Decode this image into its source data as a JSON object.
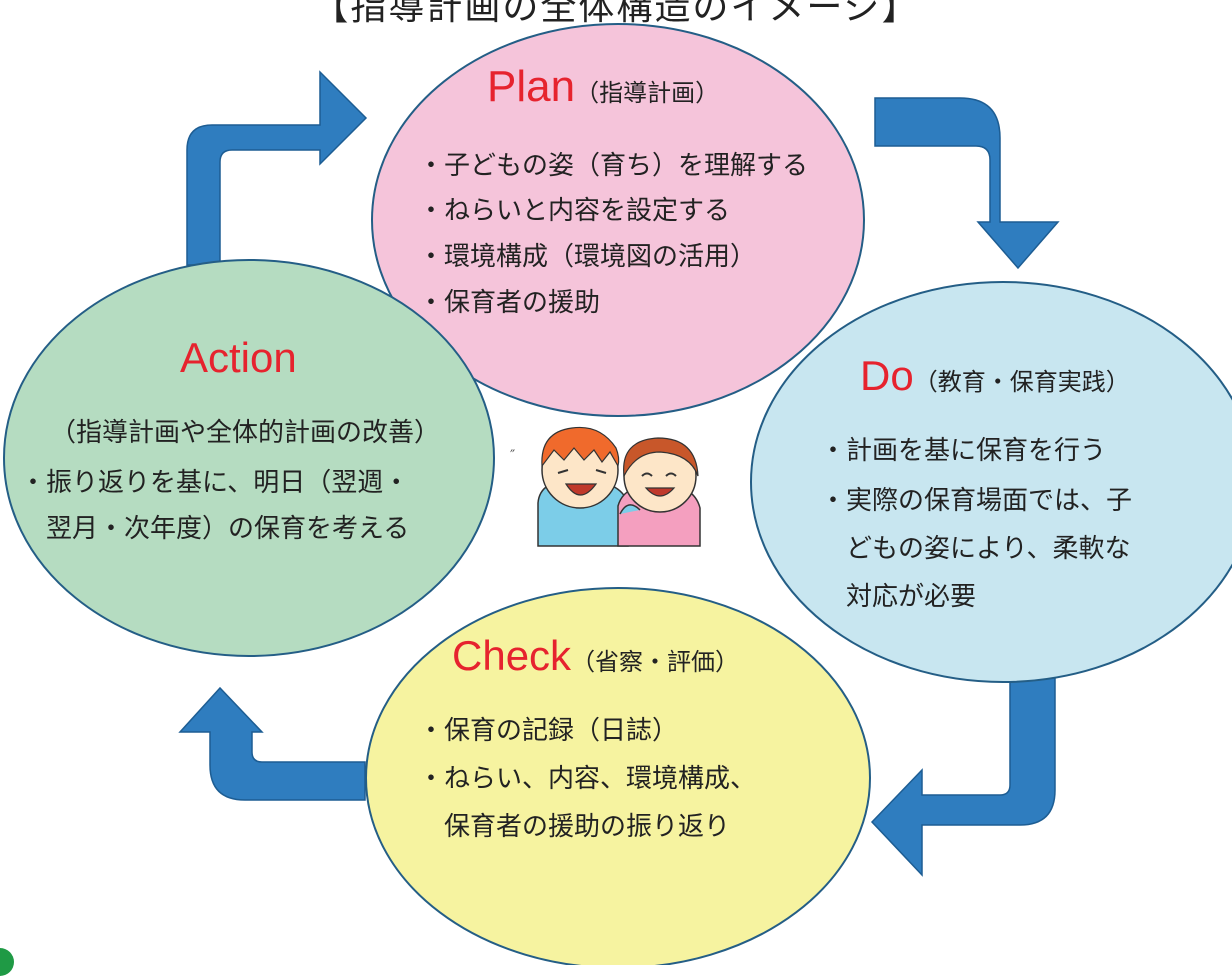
{
  "title": "【指導計画の全体構造のイメージ】",
  "colors": {
    "plan": "#f5c4da",
    "do": "#c8e6f0",
    "check": "#f6f3a0",
    "action": "#b5dcc1",
    "outline": "#245e86",
    "arrow": "#2f7dbf",
    "heading": "#e6232e"
  },
  "plan": {
    "heading": "Plan",
    "subheading": "（指導計画）",
    "items": [
      "・子どもの姿（育ち）を理解する",
      "・ねらいと内容を設定する",
      "・環境構成（環境図の活用）",
      "・保育者の援助"
    ]
  },
  "do": {
    "heading": "Do",
    "subheading": "（教育・保育実践）",
    "items": [
      "・計画を基に保育を行う",
      "・実際の保育場面では、子",
      "　どもの姿により、柔軟な",
      "　対応が必要"
    ]
  },
  "check": {
    "heading": "Check",
    "subheading": "（省察・評価）",
    "items": [
      "・保育の記録（日誌）",
      "・ねらい、内容、環境構成、",
      "　保育者の援助の振り返り"
    ]
  },
  "action": {
    "heading": "Action",
    "subheading": "（指導計画や全体的計画の改善）",
    "items": [
      "・振り返りを基に、明日（翌週・",
      "　翌月・次年度）の保育を考える"
    ]
  },
  "illustration": "two-children-hugging",
  "arrows": [
    "plan-to-do",
    "do-to-check",
    "check-to-action",
    "action-to-plan"
  ]
}
